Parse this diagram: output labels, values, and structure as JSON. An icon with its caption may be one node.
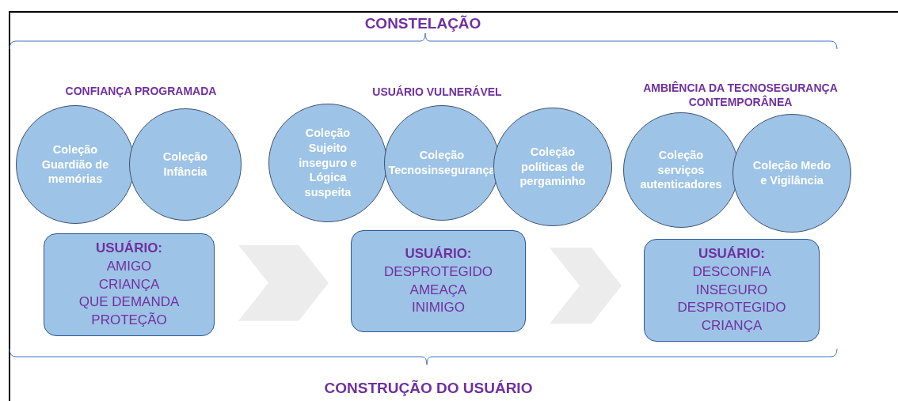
{
  "diagram": {
    "title": "CONSTELAÇÃO",
    "caption": "CONSTRUÇÃO DO USUÁRIO",
    "nodes": [
      {
        "text": [
          "Coleção Guardião de memórias"
        ]
      },
      {
        "text": [
          "Coleção Infância"
        ]
      },
      {
        "text": [
          "Coleção Sujeito inseguro e Lógica suspeita"
        ]
      },
      {
        "text": [
          "Coleção Tecnosinsegurança"
        ]
      },
      {
        "text": [
          "Coleção políticas de pergaminho"
        ]
      },
      {
        "text": [
          "Coleção serviços autenticadores"
        ]
      },
      {
        "text": [
          "Coleção Medo e Vigilância"
        ]
      },
      {
        "text": [
          "USUÁRIO:",
          "AMIGO",
          "CRIANÇA",
          "QUE DEMANDA PROTEÇÃO"
        ]
      },
      {
        "text": [
          "USUÁRIO:",
          "DESPROTEGIDO",
          "AMEAÇA",
          "INIMIGO"
        ]
      },
      {
        "text": [
          "USUÁRIO:",
          "DESCONFIA",
          "INSEGURO",
          "DESPROTEGIDO",
          "CRIANÇA"
        ]
      }
    ],
    "edges": [
      {
        "from": 7,
        "to": 8,
        "arrow": "to"
      },
      {
        "from": 8,
        "to": 9,
        "arrow": "to"
      }
    ],
    "labels": [
      "CONFIANÇA PROGRAMADA",
      "USUÁRIO VULNERÁVEL",
      "AMBIÊNCIA DA TECNOSEGURANÇA CONTEMPORÂNEA"
    ]
  }
}
